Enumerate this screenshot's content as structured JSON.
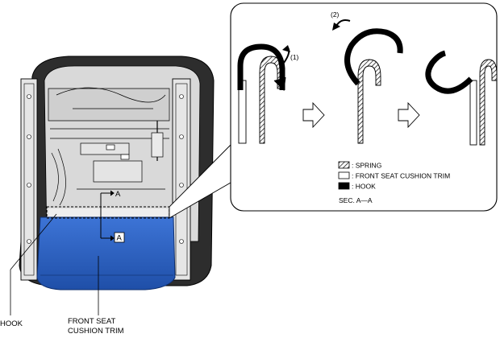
{
  "figure": {
    "labels": {
      "hook": "HOOK",
      "trim_line1": "FRONT SEAT",
      "trim_line2": "CUSHION TRIM",
      "section_marker": "A"
    },
    "detail": {
      "step1": "(1)",
      "step2": "(2)",
      "legend": {
        "spring": ": SPRING",
        "trim": ": FRONT SEAT CUSHION TRIM",
        "hook": ": HOOK"
      },
      "section_caption": "SEC. A—A"
    },
    "colors": {
      "trim_blue": "#2f63c4",
      "trim_blue_dark": "#1f4a9c",
      "frame_dark": "#2a2a2a",
      "line": "#000000"
    }
  }
}
